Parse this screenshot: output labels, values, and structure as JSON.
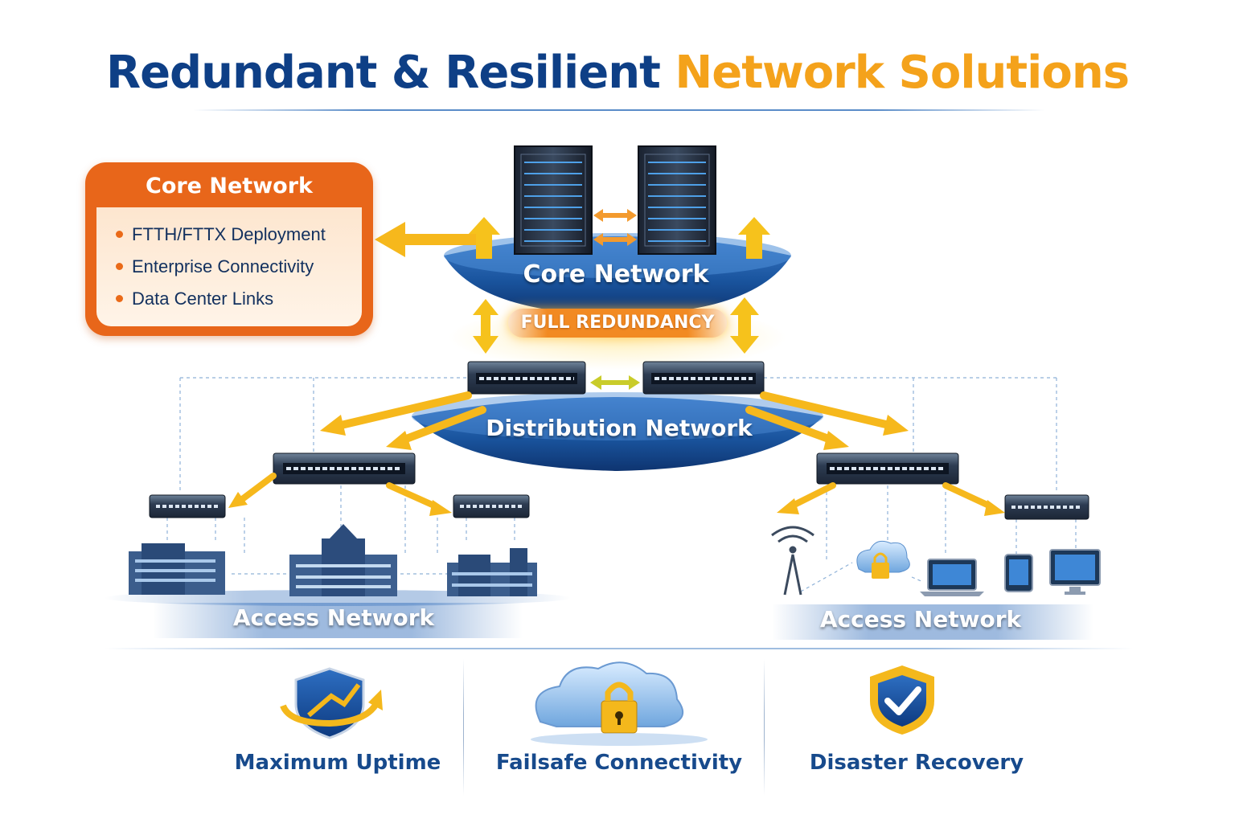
{
  "title": {
    "part1": "Redundant & Resilient",
    "part2": "Network Solutions"
  },
  "callout": {
    "title": "Core Network",
    "items": [
      "FTTH/FTTX Deployment",
      "Enterprise Connectivity",
      "Data Center Links"
    ]
  },
  "diagram": {
    "core_label": "Core Network",
    "redundancy_badge": "FULL REDUNDANCY",
    "distribution_label": "Distribution Network",
    "access_left_label": "Access Network",
    "access_right_label": "Access Network"
  },
  "features": [
    {
      "label": "Maximum Uptime",
      "icon": "shield-arrow-icon"
    },
    {
      "label": "Failsafe Connectivity",
      "icon": "cloud-lock-icon"
    },
    {
      "label": "Disaster Recovery",
      "icon": "shield-check-icon"
    }
  ],
  "colors": {
    "navy": "#0e3f86",
    "gold": "#f4a21b",
    "orange": "#e8661a",
    "platform_blue": "#1d5aa6",
    "arrow_yellow": "#f6c21c"
  }
}
